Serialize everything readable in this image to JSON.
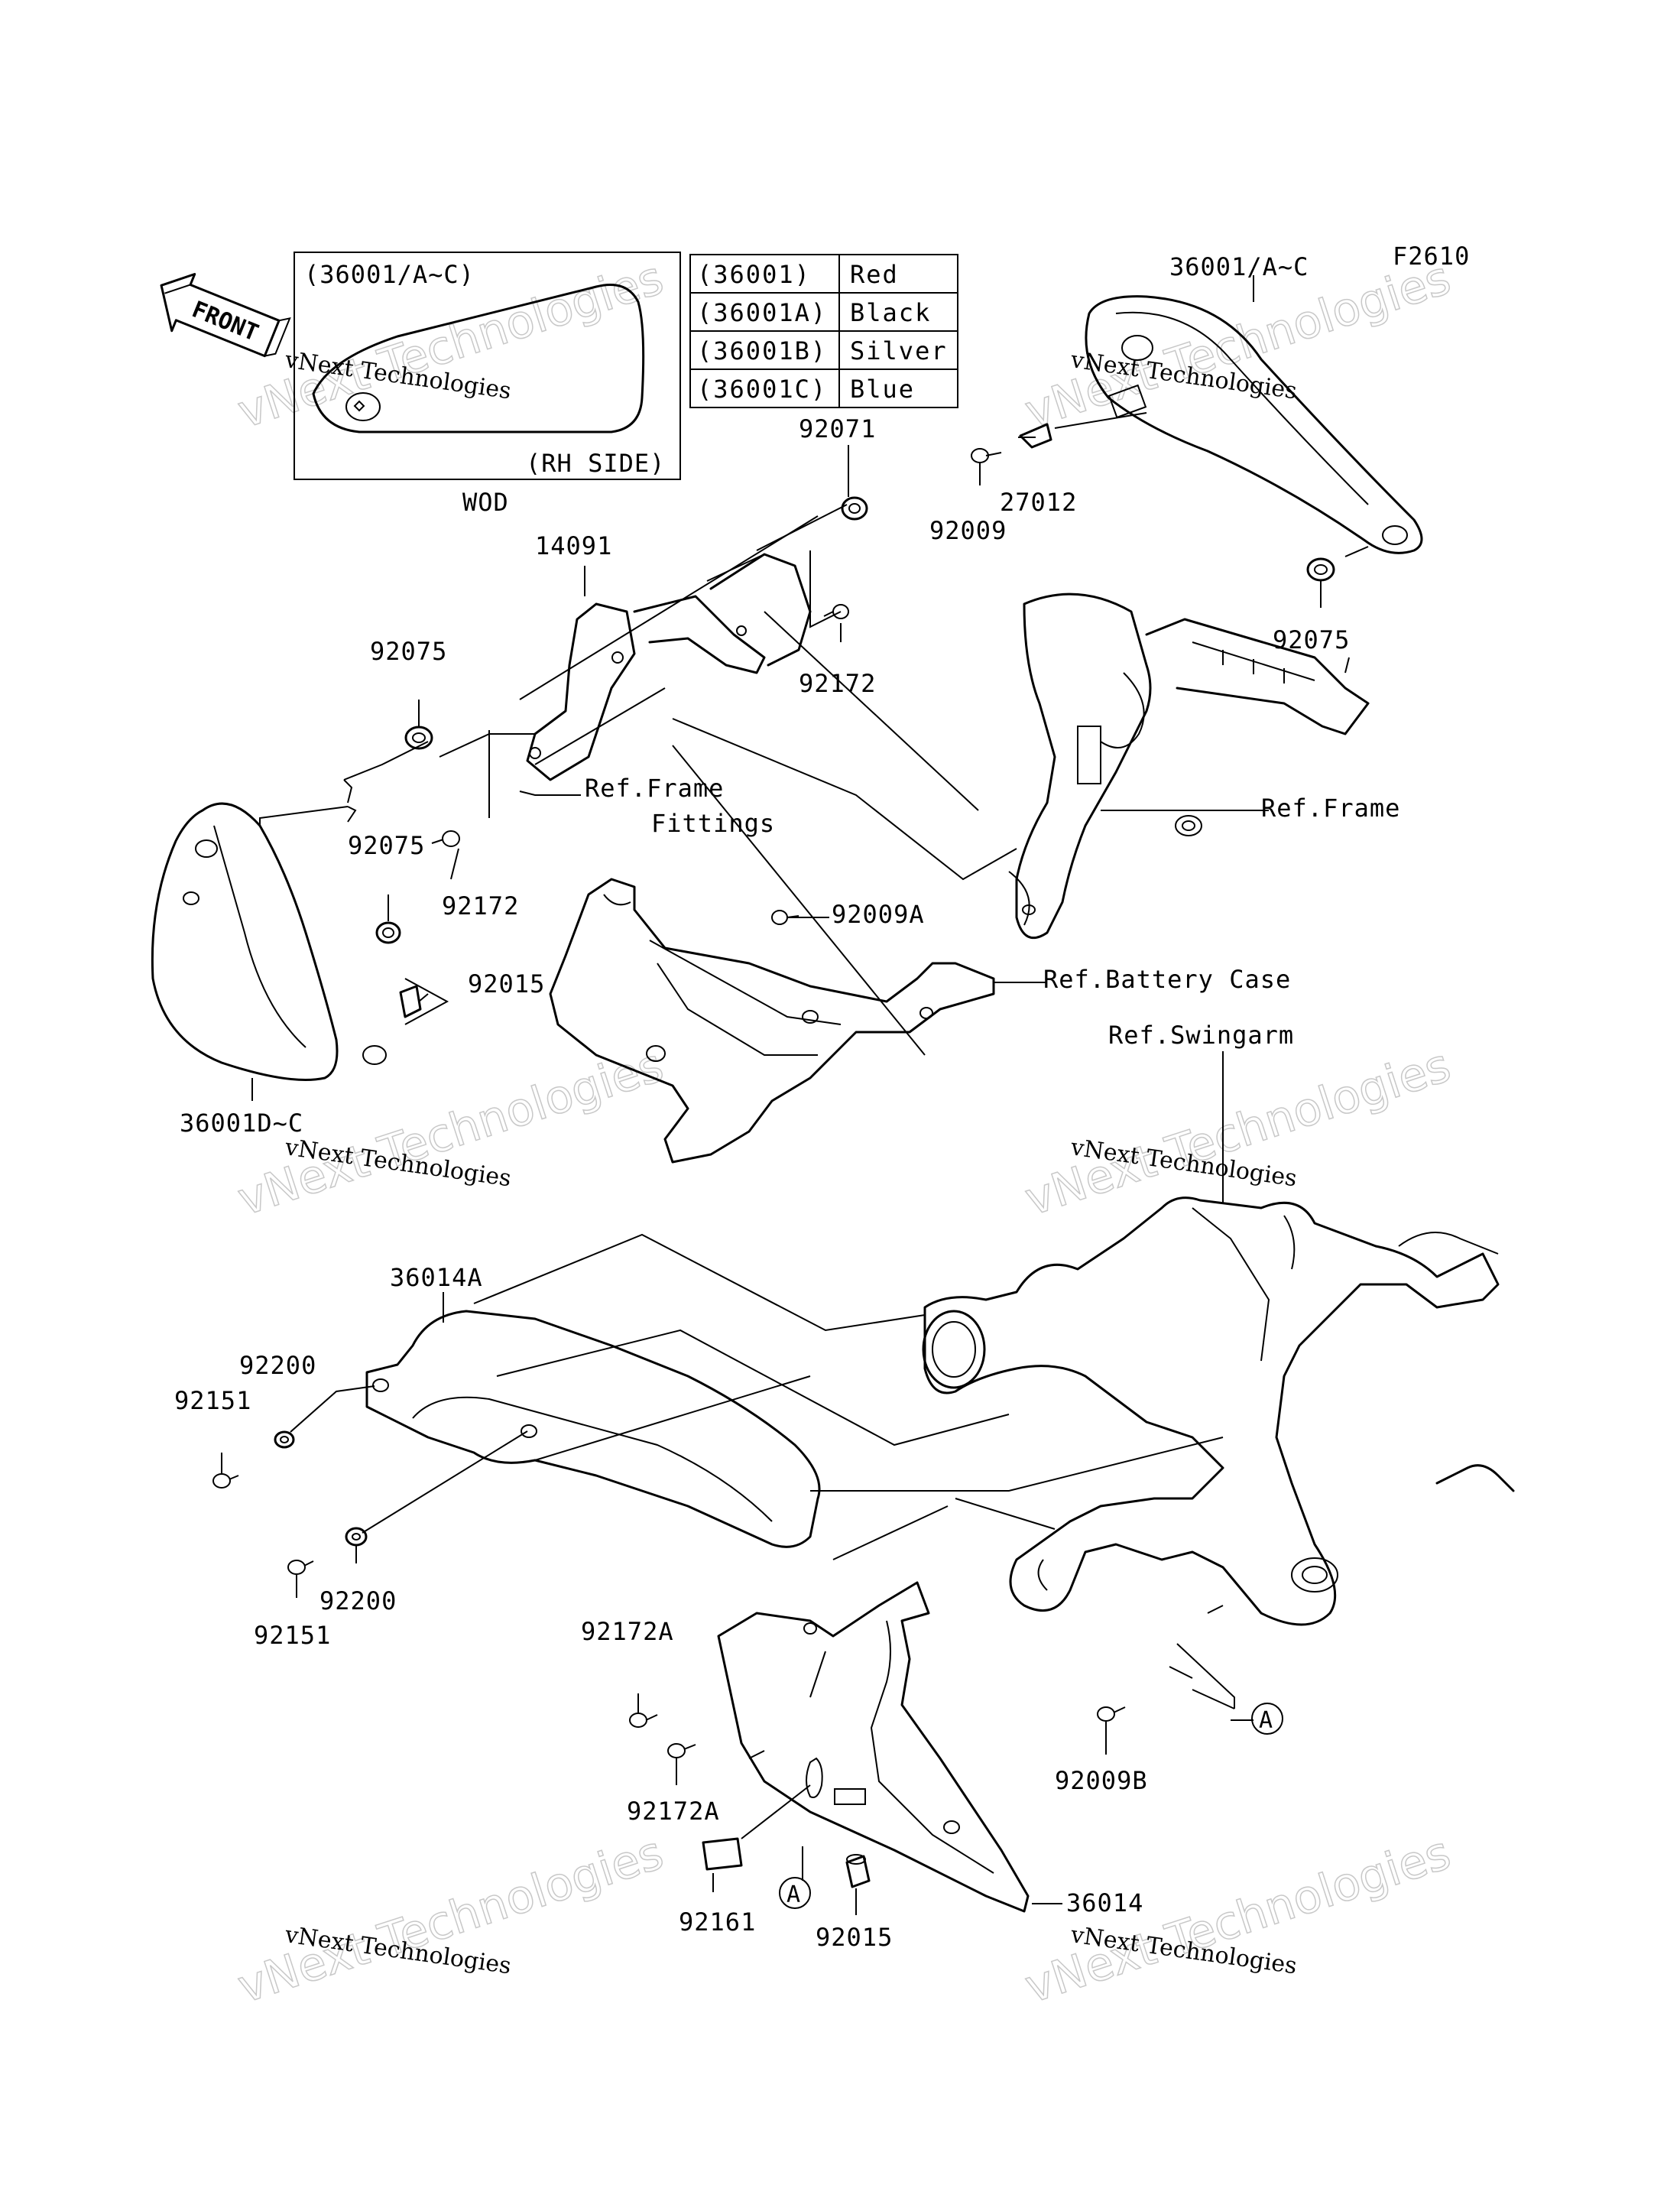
{
  "figure_code": "F2610",
  "front_arrow": "FRONT",
  "inset": {
    "title": "(36001/A~C)",
    "side": "(RH SIDE)",
    "caption": "WOD"
  },
  "color_table": [
    {
      "part": "(36001)",
      "color": "Red"
    },
    {
      "part": "(36001A)",
      "color": "Black"
    },
    {
      "part": "(36001B)",
      "color": "Silver"
    },
    {
      "part": "(36001C)",
      "color": "Blue"
    }
  ],
  "labels": {
    "p36001_ac": "36001/A~C",
    "p92071": "92071",
    "p27012": "27012",
    "p92009": "92009",
    "p92075_right": "92075",
    "p14091": "14091",
    "p92075_left": "92075",
    "p92172_top": "92172",
    "p92075_mid": "92075",
    "p92172_mid": "92172",
    "p92015_mid": "92015",
    "p36001_dc": "36001D~C",
    "p92009a": "92009A",
    "p36014a": "36014A",
    "p92200_top": "92200",
    "p92151_top": "92151",
    "p92200_bot": "92200",
    "p92151_bot": "92151",
    "p92172a_top": "92172A",
    "p92172a_bot": "92172A",
    "p92161": "92161",
    "p92015_bot": "92015",
    "p36014": "36014",
    "p92009b": "92009B",
    "callout_a": "A"
  },
  "refs": {
    "frame_fittings_1": "Ref.Frame",
    "frame_fittings_2": "Fittings",
    "frame": "Ref.Frame",
    "battery_case": "Ref.Battery Case",
    "swingarm": "Ref.Swingarm"
  },
  "watermark": {
    "line1": "vNext Technologies",
    "line2": "vNext Technologies"
  }
}
